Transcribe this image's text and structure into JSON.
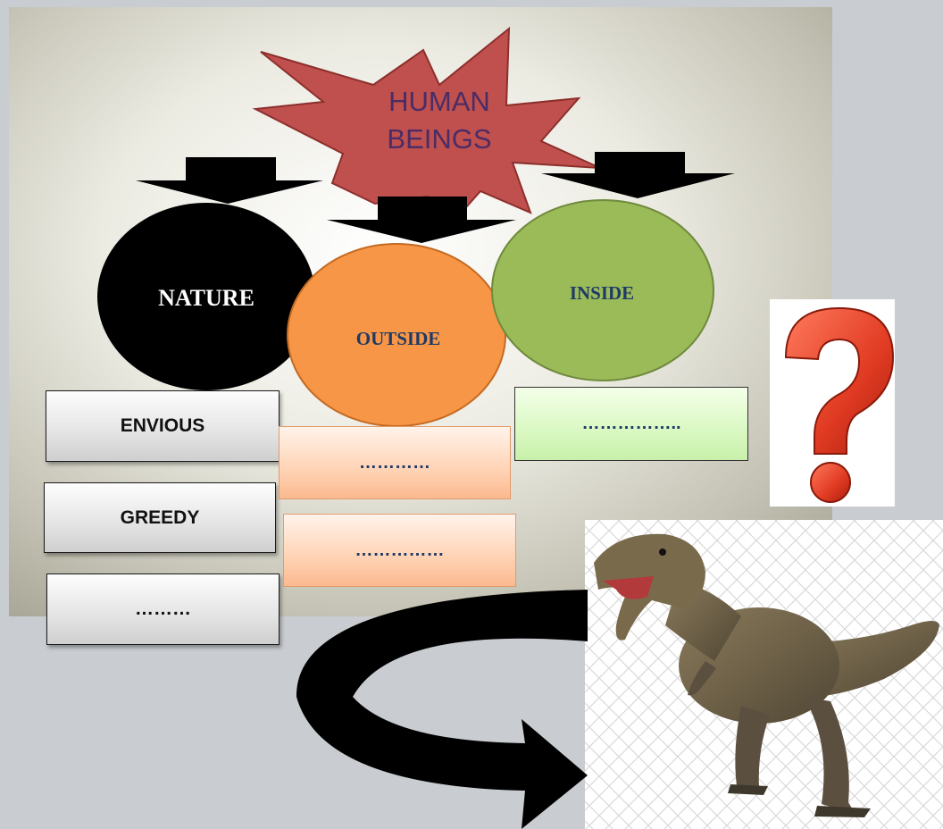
{
  "title": "HUMAN BEINGS",
  "title_lines": [
    "HUMAN",
    "BEINGS"
  ],
  "circles": {
    "nature": "NATURE",
    "outside": "OUTSIDE",
    "inside": "INSIDE"
  },
  "nature_boxes": [
    "ENVIOUS",
    "GREEDY",
    "………"
  ],
  "outside_boxes": [
    "…………",
    "……………"
  ],
  "inside_boxes": [
    "…………….."
  ],
  "colors": {
    "starburst": "#c0504d",
    "title_text": "#4a2c66",
    "nature_circle": "#000000",
    "outside_circle": "#f79646",
    "inside_circle": "#9bbb59",
    "question_mark": "#e8422b"
  },
  "icons": [
    "question-mark-icon",
    "dinosaur-icon",
    "curved-arrow-icon"
  ]
}
